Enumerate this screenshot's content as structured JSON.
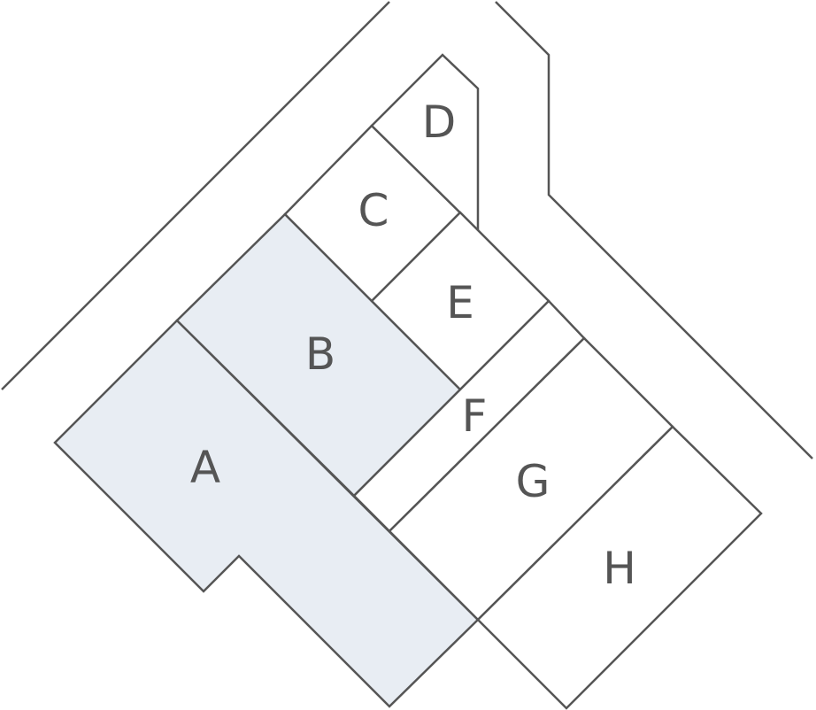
{
  "lots": [
    {
      "id": "A",
      "label": "A",
      "highlighted": true
    },
    {
      "id": "B",
      "label": "B",
      "highlighted": true
    },
    {
      "id": "C",
      "label": "C",
      "highlighted": false
    },
    {
      "id": "D",
      "label": "D",
      "highlighted": false
    },
    {
      "id": "E",
      "label": "E",
      "highlighted": false
    },
    {
      "id": "F",
      "label": "F",
      "highlighted": false
    },
    {
      "id": "G",
      "label": "G",
      "highlighted": false
    },
    {
      "id": "H",
      "label": "H",
      "highlighted": false
    }
  ],
  "colors": {
    "highlight_fill": "#e8edf3",
    "plain_fill": "#ffffff",
    "stroke": "#555555",
    "label": "#555555"
  }
}
